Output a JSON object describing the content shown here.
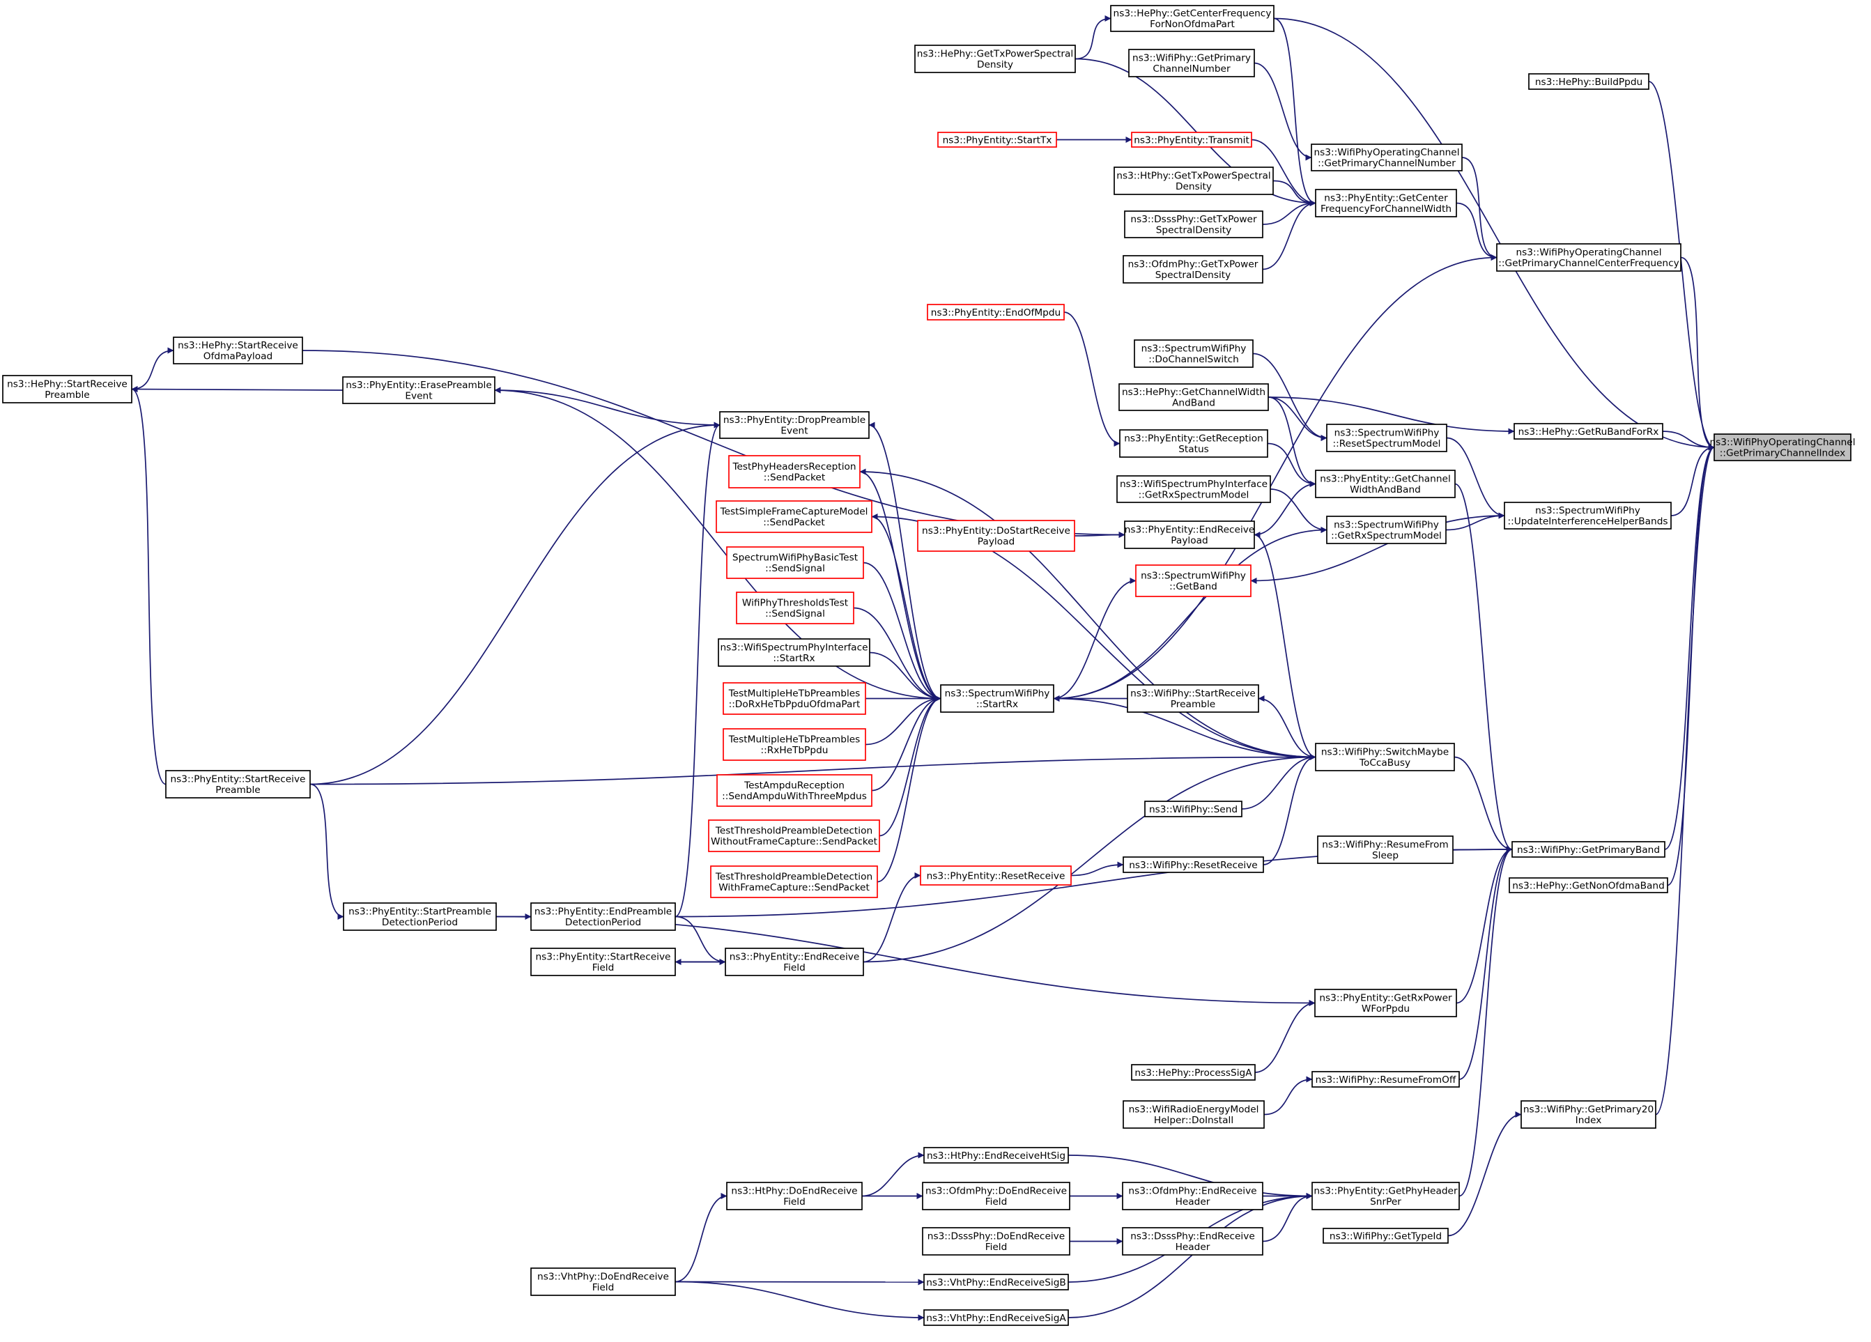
{
  "diagram": {
    "colors": {
      "edge": "#191970",
      "node_border": "#000000",
      "node_border_not_documented": "#ff0000",
      "root_fill": "#bfbfbf",
      "background": "#ffffff"
    },
    "nodes": {
      "root": {
        "lines": [
          "ns3::WifiPhyOperatingChannel",
          "::GetPrimaryChannelIndex"
        ],
        "style": "root"
      },
      "centerFreqNonOfdma": {
        "lines": [
          "ns3::HePhy::GetCenterFrequency",
          "ForNonOfdmaPart"
        ]
      },
      "heGetTxPsd": {
        "lines": [
          "ns3::HePhy::GetTxPowerSpectral",
          "Density"
        ]
      },
      "wifiPhyGetPrimaryChNum": {
        "lines": [
          "ns3::WifiPhy::GetPrimary",
          "ChannelNumber"
        ]
      },
      "startTx": {
        "lines": [
          "ns3::PhyEntity::StartTx"
        ],
        "style": "red"
      },
      "transmit": {
        "lines": [
          "ns3::PhyEntity::Transmit"
        ],
        "style": "red"
      },
      "htGetTxPsd": {
        "lines": [
          "ns3::HtPhy::GetTxPowerSpectral",
          "Density"
        ]
      },
      "dsssGetTxPsd": {
        "lines": [
          "ns3::DsssPhy::GetTxPower",
          "SpectralDensity"
        ]
      },
      "ofdmGetTxPsd": {
        "lines": [
          "ns3::OfdmPhy::GetTxPower",
          "SpectralDensity"
        ]
      },
      "opChGetPrimaryChNum": {
        "lines": [
          "ns3::WifiPhyOperatingChannel",
          "::GetPrimaryChannelNumber"
        ]
      },
      "getCenterFreqForCw": {
        "lines": [
          "ns3::PhyEntity::GetCenter",
          "FrequencyForChannelWidth"
        ]
      },
      "opChGetPrimaryCenterFreq": {
        "lines": [
          "ns3::WifiPhyOperatingChannel",
          "::GetPrimaryChannelCenterFrequency"
        ]
      },
      "buildPpdu": {
        "lines": [
          "ns3::HePhy::BuildPpdu"
        ]
      },
      "endOfMpdu": {
        "lines": [
          "ns3::PhyEntity::EndOfMpdu"
        ],
        "style": "red"
      },
      "doChannelSwitch": {
        "lines": [
          "ns3::SpectrumWifiPhy",
          "::DoChannelSwitch"
        ]
      },
      "heGetCwAndBand": {
        "lines": [
          "ns3::HePhy::GetChannelWidth",
          "AndBand"
        ]
      },
      "getReceptionStatus": {
        "lines": [
          "ns3::PhyEntity::GetReception",
          "Status"
        ]
      },
      "resetSpectrumModel": {
        "lines": [
          "ns3::SpectrumWifiPhy",
          "::ResetSpectrumModel"
        ]
      },
      "getRuBandForRx": {
        "lines": [
          "ns3::HePhy::GetRuBandForRx"
        ]
      },
      "wspiGetRxSm": {
        "lines": [
          "ns3::WifiSpectrumPhyInterface",
          "::GetRxSpectrumModel"
        ]
      },
      "phyGetCwAndBand": {
        "lines": [
          "ns3::PhyEntity::GetChannel",
          "WidthAndBand"
        ]
      },
      "updateIhBands": {
        "lines": [
          "ns3::SpectrumWifiPhy",
          "::UpdateInterferenceHelperBands"
        ]
      },
      "swpGetRxSm": {
        "lines": [
          "ns3::SpectrumWifiPhy",
          "::GetRxSpectrumModel"
        ]
      },
      "heStartRxOfdma": {
        "lines": [
          "ns3::HePhy::StartReceive",
          "OfdmaPayload"
        ]
      },
      "heStartRxPreamble": {
        "lines": [
          "ns3::HePhy::StartReceive",
          "Preamble"
        ]
      },
      "erasePreambleEvent": {
        "lines": [
          "ns3::PhyEntity::ErasePreamble",
          "Event"
        ]
      },
      "dropPreambleEvent": {
        "lines": [
          "ns3::PhyEntity::DropPreamble",
          "Event"
        ]
      },
      "testPhyHeaders": {
        "lines": [
          "TestPhyHeadersReception",
          "::SendPacket"
        ],
        "style": "red"
      },
      "testSimpleFrameCapture": {
        "lines": [
          "TestSimpleFrameCaptureModel",
          "::SendPacket"
        ],
        "style": "red"
      },
      "doStartRxPayload": {
        "lines": [
          "ns3::PhyEntity::DoStartReceive",
          "Payload"
        ],
        "style": "red"
      },
      "endRxPayload": {
        "lines": [
          "ns3::PhyEntity::EndReceive",
          "Payload"
        ]
      },
      "swpGetBand": {
        "lines": [
          "ns3::SpectrumWifiPhy",
          "::GetBand"
        ],
        "style": "red"
      },
      "swpBasicTest": {
        "lines": [
          "SpectrumWifiPhyBasicTest",
          "::SendSignal"
        ],
        "style": "red"
      },
      "thresholdsTest": {
        "lines": [
          "WifiPhyThresholdsTest",
          "::SendSignal"
        ],
        "style": "red"
      },
      "wspiStartRx": {
        "lines": [
          "ns3::WifiSpectrumPhyInterface",
          "::StartRx"
        ]
      },
      "testMultiOfdma": {
        "lines": [
          "TestMultipleHeTbPreambles",
          "::DoRxHeTbPpduOfdmaPart"
        ],
        "style": "red"
      },
      "swpStartRx": {
        "lines": [
          "ns3::SpectrumWifiPhy",
          "::StartRx"
        ]
      },
      "wifiStartRxPreamble": {
        "lines": [
          "ns3::WifiPhy::StartReceive",
          "Preamble"
        ]
      },
      "testMultiRxHeTb": {
        "lines": [
          "TestMultipleHeTbPreambles",
          "::RxHeTbPpdu"
        ],
        "style": "red"
      },
      "switchMaybeToCcaBusy": {
        "lines": [
          "ns3::WifiPhy::SwitchMaybe",
          "ToCcaBusy"
        ]
      },
      "testAmpdu": {
        "lines": [
          "TestAmpduReception",
          "::SendAmpduWithThreeMpdus"
        ],
        "style": "red"
      },
      "phyStartRxPreamble": {
        "lines": [
          "ns3::PhyEntity::StartReceive",
          "Preamble"
        ]
      },
      "wifiSend": {
        "lines": [
          "ns3::WifiPhy::Send"
        ]
      },
      "testThresholdWithout": {
        "lines": [
          "TestThresholdPreambleDetection",
          "WithoutFrameCapture::SendPacket"
        ],
        "style": "red"
      },
      "resumeFromSleep": {
        "lines": [
          "ns3::WifiPhy::ResumeFrom",
          "Sleep"
        ]
      },
      "getPrimaryBand": {
        "lines": [
          "ns3::WifiPhy::GetPrimaryBand"
        ]
      },
      "testThresholdWith": {
        "lines": [
          "TestThresholdPreambleDetection",
          "WithFrameCapture::SendPacket"
        ],
        "style": "red"
      },
      "phyResetReceive": {
        "lines": [
          "ns3::PhyEntity::ResetReceive"
        ],
        "style": "red"
      },
      "wifiResetReceive": {
        "lines": [
          "ns3::WifiPhy::ResetReceive"
        ]
      },
      "heGetNonOfdmaBand": {
        "lines": [
          "ns3::HePhy::GetNonOfdmaBand"
        ]
      },
      "startPreambleDetPeriod": {
        "lines": [
          "ns3::PhyEntity::StartPreamble",
          "DetectionPeriod"
        ]
      },
      "endPreambleDetPeriod": {
        "lines": [
          "ns3::PhyEntity::EndPreamble",
          "DetectionPeriod"
        ]
      },
      "startReceiveField": {
        "lines": [
          "ns3::PhyEntity::StartReceive",
          "Field"
        ]
      },
      "endReceiveField": {
        "lines": [
          "ns3::PhyEntity::EndReceive",
          "Field"
        ]
      },
      "getRxPowerWForPpdu": {
        "lines": [
          "ns3::PhyEntity::GetRxPower",
          "WForPpdu"
        ]
      },
      "heProcessSigA": {
        "lines": [
          "ns3::HePhy::ProcessSigA"
        ]
      },
      "resumeFromOff": {
        "lines": [
          "ns3::WifiPhy::ResumeFromOff"
        ]
      },
      "energyDoInstall": {
        "lines": [
          "ns3::WifiRadioEnergyModel",
          "Helper::DoInstall"
        ]
      },
      "getPrimary20Index": {
        "lines": [
          "ns3::WifiPhy::GetPrimary20",
          "Index"
        ]
      },
      "htEndRxHtSig": {
        "lines": [
          "ns3::HtPhy::EndReceiveHtSig"
        ]
      },
      "htDoEndRxField": {
        "lines": [
          "ns3::HtPhy::DoEndReceive",
          "Field"
        ]
      },
      "ofdmDoEndRxField": {
        "lines": [
          "ns3::OfdmPhy::DoEndReceive",
          "Field"
        ]
      },
      "ofdmEndRxHeader": {
        "lines": [
          "ns3::OfdmPhy::EndReceive",
          "Header"
        ]
      },
      "getPhyHeaderSnrPer": {
        "lines": [
          "ns3::PhyEntity::GetPhyHeader",
          "SnrPer"
        ]
      },
      "dsssDoEndRxField": {
        "lines": [
          "ns3::DsssPhy::DoEndReceive",
          "Field"
        ]
      },
      "dsssEndRxHeader": {
        "lines": [
          "ns3::DsssPhy::EndReceive",
          "Header"
        ]
      },
      "getTypeId": {
        "lines": [
          "ns3::WifiPhy::GetTypeId"
        ]
      },
      "vhtDoEndRxField": {
        "lines": [
          "ns3::VhtPhy::DoEndReceive",
          "Field"
        ]
      },
      "vhtEndRxSigB": {
        "lines": [
          "ns3::VhtPhy::EndReceiveSigB"
        ]
      },
      "vhtEndRxSigA": {
        "lines": [
          "ns3::VhtPhy::EndReceiveSigA"
        ]
      }
    },
    "edges": [
      [
        "centerFreqNonOfdma",
        "root"
      ],
      [
        "buildPpdu",
        "root"
      ],
      [
        "opChGetPrimaryCenterFreq",
        "root"
      ],
      [
        "getRuBandForRx",
        "root"
      ],
      [
        "updateIhBands",
        "root"
      ],
      [
        "getPrimaryBand",
        "root"
      ],
      [
        "heGetNonOfdmaBand",
        "root"
      ],
      [
        "getPrimary20Index",
        "root"
      ],
      [
        "heGetTxPsd",
        "centerFreqNonOfdma"
      ],
      [
        "centerFreqNonOfdma",
        "getCenterFreqForCw"
      ],
      [
        "wifiPhyGetPrimaryChNum",
        "opChGetPrimaryChNum"
      ],
      [
        "opChGetPrimaryChNum",
        "opChGetPrimaryCenterFreq"
      ],
      [
        "startTx",
        "transmit"
      ],
      [
        "transmit",
        "getCenterFreqForCw"
      ],
      [
        "heGetTxPsd",
        "getCenterFreqForCw"
      ],
      [
        "htGetTxPsd",
        "getCenterFreqForCw"
      ],
      [
        "dsssGetTxPsd",
        "getCenterFreqForCw"
      ],
      [
        "ofdmGetTxPsd",
        "getCenterFreqForCw"
      ],
      [
        "getCenterFreqForCw",
        "opChGetPrimaryCenterFreq"
      ],
      [
        "swpStartRx",
        "opChGetPrimaryCenterFreq"
      ],
      [
        "heGetCwAndBand",
        "getRuBandForRx"
      ],
      [
        "doChannelSwitch",
        "resetSpectrumModel"
      ],
      [
        "heGetCwAndBand",
        "resetSpectrumModel"
      ],
      [
        "resetSpectrumModel",
        "updateIhBands"
      ],
      [
        "swpGetRxSm",
        "updateIhBands"
      ],
      [
        "updateIhBands",
        "swpGetBand"
      ],
      [
        "endOfMpdu",
        "getReceptionStatus"
      ],
      [
        "getReceptionStatus",
        "phyGetCwAndBand"
      ],
      [
        "heGetCwAndBand",
        "phyGetCwAndBand"
      ],
      [
        "endRxPayload",
        "phyGetCwAndBand"
      ],
      [
        "phyGetCwAndBand",
        "getPrimaryBand"
      ],
      [
        "wspiGetRxSm",
        "swpGetRxSm"
      ],
      [
        "swpStartRx",
        "swpGetRxSm"
      ],
      [
        "doStartRxPayload",
        "endRxPayload"
      ],
      [
        "heStartRxOfdma",
        "endRxPayload"
      ],
      [
        "swpStartRx",
        "swpGetBand"
      ],
      [
        "heStartRxPreamble",
        "heStartRxOfdma"
      ],
      [
        "erasePreambleEvent",
        "heStartRxPreamble"
      ],
      [
        "dropPreambleEvent",
        "erasePreambleEvent"
      ],
      [
        "phyStartRxPreamble",
        "dropPreambleEvent"
      ],
      [
        "endPreambleDetPeriod",
        "dropPreambleEvent"
      ],
      [
        "phyStartRxPreamble",
        "heStartRxPreamble"
      ],
      [
        "swpStartRx",
        "dropPreambleEvent"
      ],
      [
        "swpStartRx",
        "erasePreambleEvent"
      ],
      [
        "testPhyHeaders",
        "swpStartRx"
      ],
      [
        "testSimpleFrameCapture",
        "swpStartRx"
      ],
      [
        "swpBasicTest",
        "swpStartRx"
      ],
      [
        "thresholdsTest",
        "swpStartRx"
      ],
      [
        "wspiStartRx",
        "swpStartRx"
      ],
      [
        "testMultiOfdma",
        "swpStartRx"
      ],
      [
        "testMultiRxHeTb",
        "swpStartRx"
      ],
      [
        "testAmpdu",
        "swpStartRx"
      ],
      [
        "testThresholdWithout",
        "swpStartRx"
      ],
      [
        "testThresholdWith",
        "swpStartRx"
      ],
      [
        "wifiStartRxPreamble",
        "swpStartRx"
      ],
      [
        "switchMaybeToCcaBusy",
        "swpStartRx"
      ],
      [
        "switchMaybeToCcaBusy",
        "wifiStartRxPreamble"
      ],
      [
        "switchMaybeToCcaBusy",
        "endRxPayload"
      ],
      [
        "switchMaybeToCcaBusy",
        "testPhyHeaders"
      ],
      [
        "switchMaybeToCcaBusy",
        "testSimpleFrameCapture"
      ],
      [
        "wifiSend",
        "switchMaybeToCcaBusy"
      ],
      [
        "wifiResetReceive",
        "switchMaybeToCcaBusy"
      ],
      [
        "endReceiveField",
        "switchMaybeToCcaBusy"
      ],
      [
        "phyStartRxPreamble",
        "switchMaybeToCcaBusy"
      ],
      [
        "switchMaybeToCcaBusy",
        "getPrimaryBand"
      ],
      [
        "resumeFromSleep",
        "getPrimaryBand"
      ],
      [
        "getRxPowerWForPpdu",
        "getPrimaryBand"
      ],
      [
        "resumeFromOff",
        "getPrimaryBand"
      ],
      [
        "getPhyHeaderSnrPer",
        "getPrimaryBand"
      ],
      [
        "endPreambleDetPeriod",
        "getPrimaryBand"
      ],
      [
        "phyResetReceive",
        "wifiResetReceive"
      ],
      [
        "endReceiveField",
        "phyResetReceive"
      ],
      [
        "phyStartRxPreamble",
        "startPreambleDetPeriod"
      ],
      [
        "startPreambleDetPeriod",
        "endPreambleDetPeriod"
      ],
      [
        "endPreambleDetPeriod",
        "endReceiveField"
      ],
      [
        "startReceiveField",
        "endReceiveField"
      ],
      [
        "endReceiveField",
        "startReceiveField"
      ],
      [
        "startPreambleDetPeriod",
        "getRxPowerWForPpdu"
      ],
      [
        "heProcessSigA",
        "getRxPowerWForPpdu"
      ],
      [
        "energyDoInstall",
        "resumeFromOff"
      ],
      [
        "getTypeId",
        "getPrimary20Index"
      ],
      [
        "htDoEndRxField",
        "htEndRxHtSig"
      ],
      [
        "htEndRxHtSig",
        "getPhyHeaderSnrPer"
      ],
      [
        "htDoEndRxField",
        "ofdmDoEndRxField"
      ],
      [
        "ofdmDoEndRxField",
        "ofdmEndRxHeader"
      ],
      [
        "ofdmEndRxHeader",
        "getPhyHeaderSnrPer"
      ],
      [
        "dsssDoEndRxField",
        "dsssEndRxHeader"
      ],
      [
        "dsssEndRxHeader",
        "getPhyHeaderSnrPer"
      ],
      [
        "vhtDoEndRxField",
        "htDoEndRxField"
      ],
      [
        "vhtDoEndRxField",
        "vhtEndRxSigB"
      ],
      [
        "vhtDoEndRxField",
        "vhtEndRxSigA"
      ],
      [
        "vhtEndRxSigB",
        "getPhyHeaderSnrPer"
      ],
      [
        "vhtEndRxSigA",
        "getPhyHeaderSnrPer"
      ]
    ]
  }
}
